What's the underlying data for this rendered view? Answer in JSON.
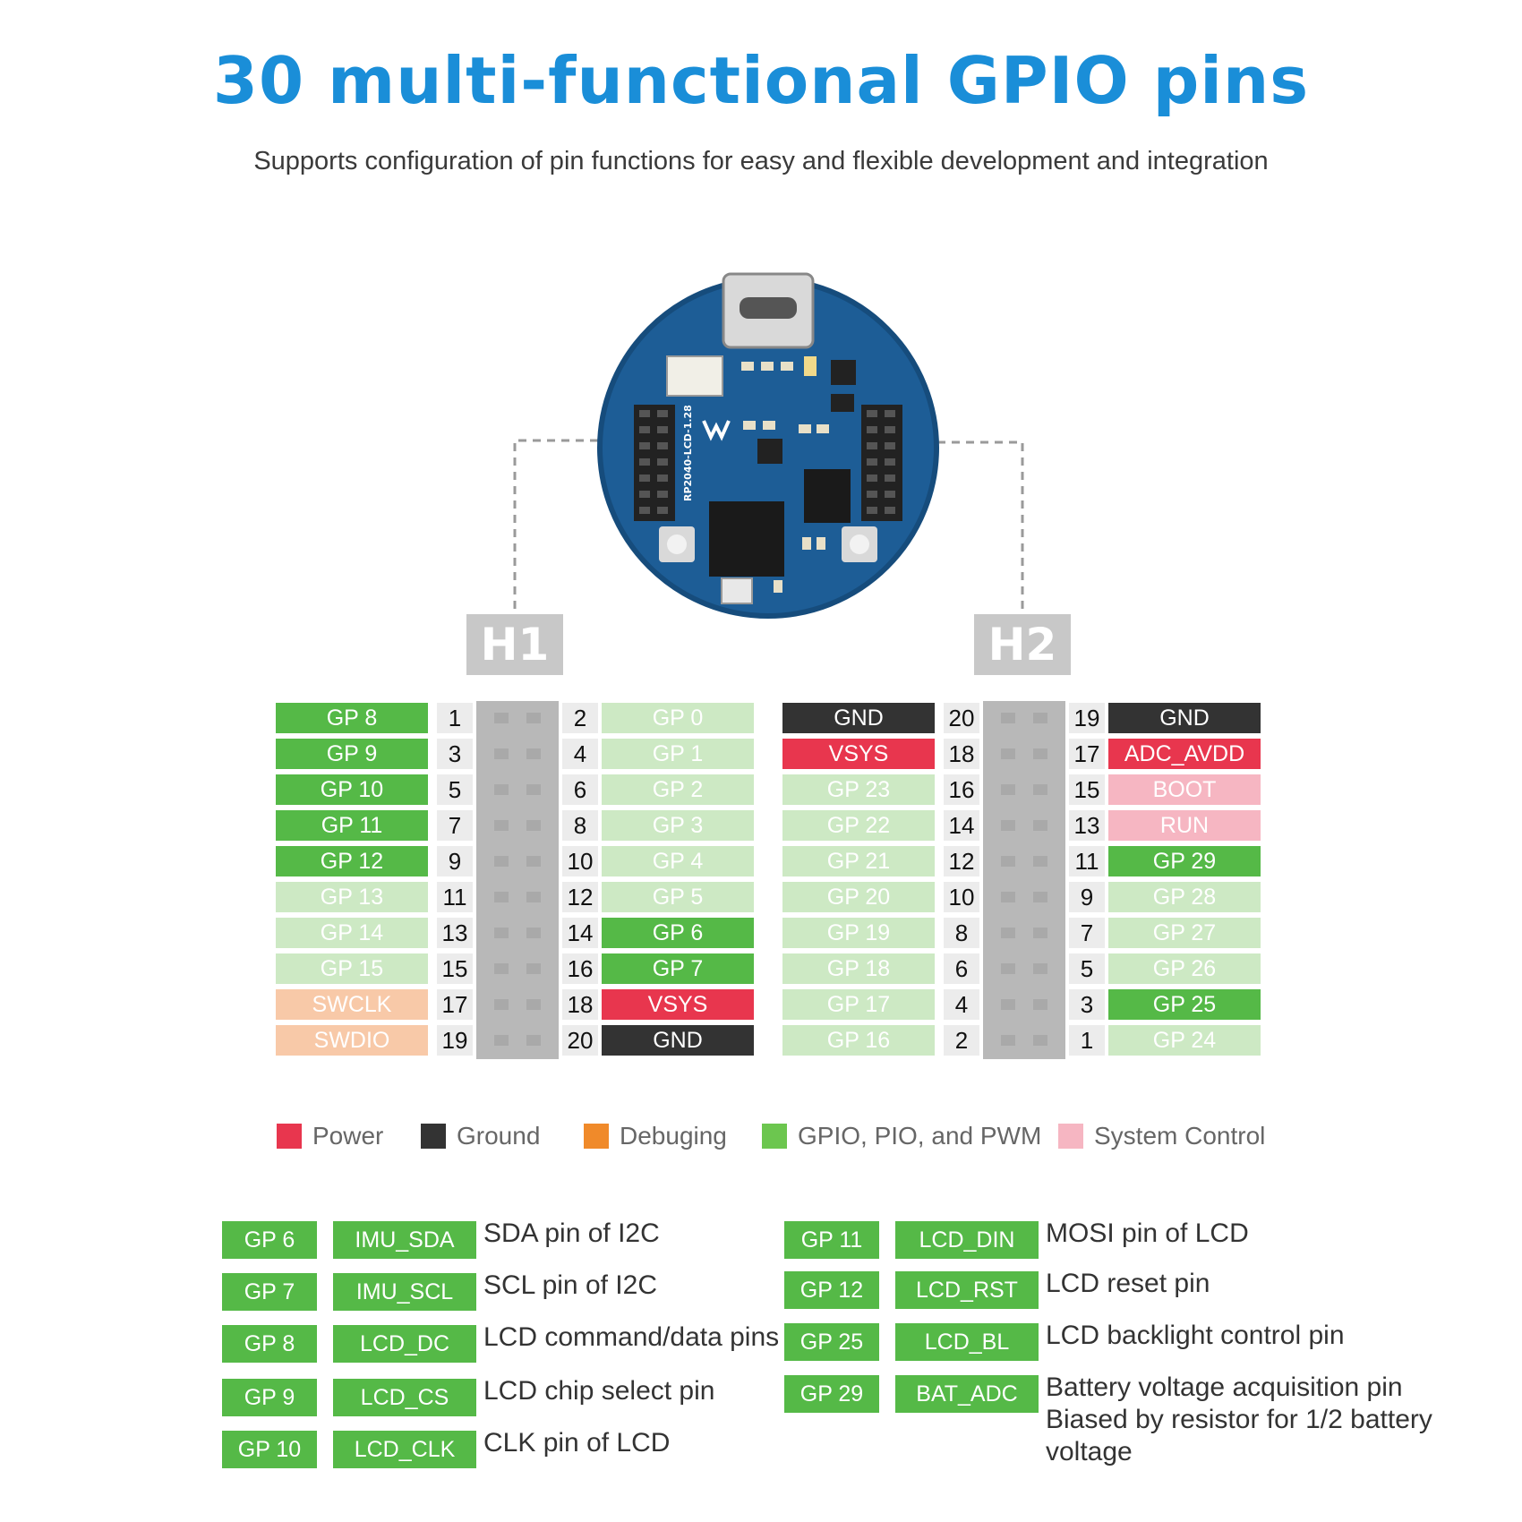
{
  "title": "30 multi-functional GPIO pins",
  "subtitle": "Supports configuration of pin functions for easy and flexible development and integration",
  "headers": {
    "h1": "H1",
    "h2": "H2"
  },
  "board": {
    "model_text": "RP2040-LCD-1.28"
  },
  "h1_rows": [
    {
      "left": "GP 8",
      "lnum": "1",
      "rnum": "2",
      "right": "GP 0",
      "lc": "gpio-dark",
      "rc": "gpio-light"
    },
    {
      "left": "GP 9",
      "lnum": "3",
      "rnum": "4",
      "right": "GP 1",
      "lc": "gpio-dark",
      "rc": "gpio-light"
    },
    {
      "left": "GP 10",
      "lnum": "5",
      "rnum": "6",
      "right": "GP 2",
      "lc": "gpio-dark",
      "rc": "gpio-light"
    },
    {
      "left": "GP 11",
      "lnum": "7",
      "rnum": "8",
      "right": "GP 3",
      "lc": "gpio-dark",
      "rc": "gpio-light"
    },
    {
      "left": "GP 12",
      "lnum": "9",
      "rnum": "10",
      "right": "GP 4",
      "lc": "gpio-dark",
      "rc": "gpio-light"
    },
    {
      "left": "GP 13",
      "lnum": "11",
      "rnum": "12",
      "right": "GP 5",
      "lc": "gpio-light",
      "rc": "gpio-light"
    },
    {
      "left": "GP 14",
      "lnum": "13",
      "rnum": "14",
      "right": "GP 6",
      "lc": "gpio-light",
      "rc": "gpio-dark"
    },
    {
      "left": "GP 15",
      "lnum": "15",
      "rnum": "16",
      "right": "GP 7",
      "lc": "gpio-light",
      "rc": "gpio-dark"
    },
    {
      "left": "SWCLK",
      "lnum": "17",
      "rnum": "18",
      "right": "VSYS",
      "lc": "debug",
      "rc": "power"
    },
    {
      "left": "SWDIO",
      "lnum": "19",
      "rnum": "20",
      "right": "GND",
      "lc": "debug",
      "rc": "ground"
    }
  ],
  "h2_rows": [
    {
      "left": "GND",
      "lnum": "20",
      "rnum": "19",
      "right": "GND",
      "lc": "ground",
      "rc": "ground"
    },
    {
      "left": "VSYS",
      "lnum": "18",
      "rnum": "17",
      "right": "ADC_AVDD",
      "lc": "power",
      "rc": "power"
    },
    {
      "left": "GP 23",
      "lnum": "16",
      "rnum": "15",
      "right": "BOOT",
      "lc": "gpio-light",
      "rc": "sys"
    },
    {
      "left": "GP 22",
      "lnum": "14",
      "rnum": "13",
      "right": "RUN",
      "lc": "gpio-light",
      "rc": "sys"
    },
    {
      "left": "GP 21",
      "lnum": "12",
      "rnum": "11",
      "right": "GP 29",
      "lc": "gpio-light",
      "rc": "gpio-dark"
    },
    {
      "left": "GP 20",
      "lnum": "10",
      "rnum": "9",
      "right": "GP 28",
      "lc": "gpio-light",
      "rc": "gpio-light"
    },
    {
      "left": "GP 19",
      "lnum": "8",
      "rnum": "7",
      "right": "GP 27",
      "lc": "gpio-light",
      "rc": "gpio-light"
    },
    {
      "left": "GP 18",
      "lnum": "6",
      "rnum": "5",
      "right": "GP 26",
      "lc": "gpio-light",
      "rc": "gpio-light"
    },
    {
      "left": "GP 17",
      "lnum": "4",
      "rnum": "3",
      "right": "GP 25",
      "lc": "gpio-light",
      "rc": "gpio-dark"
    },
    {
      "left": "GP 16",
      "lnum": "2",
      "rnum": "1",
      "right": "GP 24",
      "lc": "gpio-light",
      "rc": "gpio-light"
    }
  ],
  "legend": [
    {
      "label": "Power",
      "color": "#e8364e"
    },
    {
      "label": "Ground",
      "color": "#333333"
    },
    {
      "label": "Debuging",
      "color": "#f08a2a"
    },
    {
      "label": "GPIO, PIO, and PWM",
      "color": "#6cc64f"
    },
    {
      "label": "System Control",
      "color": "#f6b6c2"
    }
  ],
  "functions_left": [
    {
      "pin": "GP 6",
      "name": "IMU_SDA",
      "desc": "SDA pin of I2C"
    },
    {
      "pin": "GP 7",
      "name": "IMU_SCL",
      "desc": "SCL pin of I2C"
    },
    {
      "pin": "GP 8",
      "name": "LCD_DC",
      "desc": "LCD command/data pins"
    },
    {
      "pin": "GP 9",
      "name": "LCD_CS",
      "desc": "LCD chip select pin"
    },
    {
      "pin": "GP 10",
      "name": "LCD_CLK",
      "desc": "CLK pin of LCD"
    }
  ],
  "functions_right": [
    {
      "pin": "GP 11",
      "name": "LCD_DIN",
      "desc": "MOSI pin of LCD"
    },
    {
      "pin": "GP 12",
      "name": "LCD_RST",
      "desc": "LCD reset pin"
    },
    {
      "pin": "GP 25",
      "name": "LCD_BL",
      "desc": "LCD backlight control pin"
    },
    {
      "pin": "GP 29",
      "name": "BAT_ADC",
      "desc": "Battery voltage acquisition pin",
      "desc2": "Biased by resistor for 1/2 battery",
      "desc3": "voltage"
    }
  ]
}
